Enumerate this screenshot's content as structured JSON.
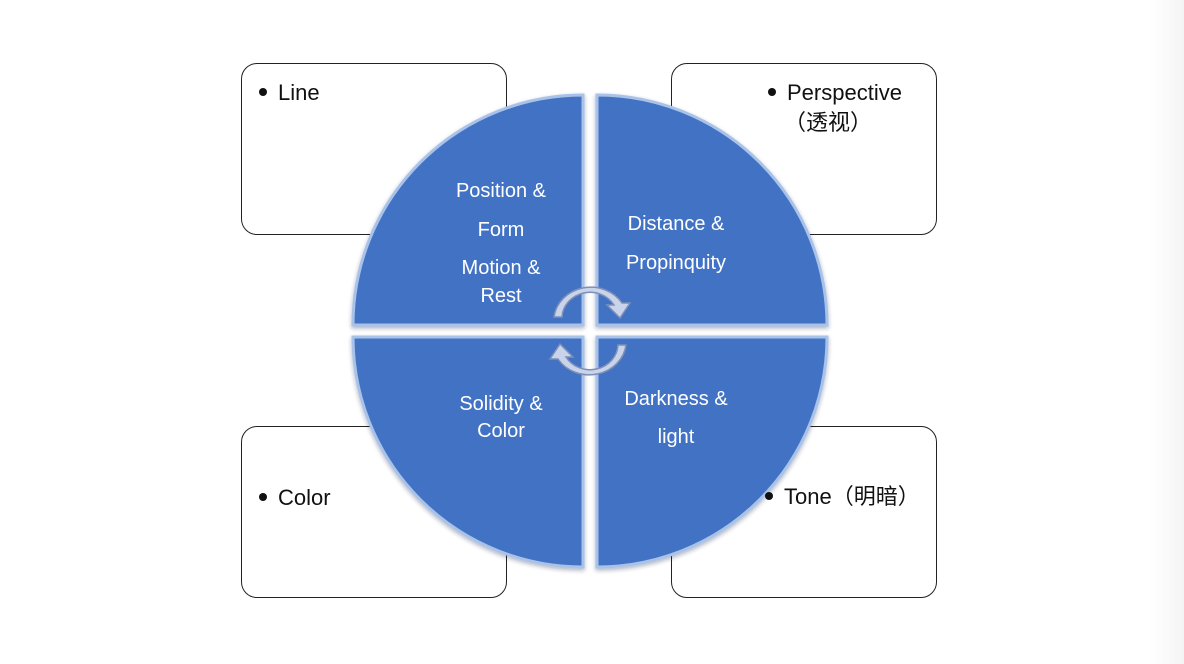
{
  "corner_boxes": {
    "top_left": {
      "text": "Line"
    },
    "top_right": {
      "text": "Perspective",
      "sub": "（透视）"
    },
    "bottom_left": {
      "text": "Color"
    },
    "bottom_right": {
      "text": "Tone（明暗）"
    }
  },
  "quadrants": {
    "top_left": {
      "line1": "Position &",
      "line2": "Form",
      "line3": "Motion &",
      "line4": "Rest"
    },
    "top_right": {
      "line1": "Distance &",
      "line2": "Propinquity"
    },
    "bottom_left": {
      "line1": "Solidity &",
      "line2": "Color"
    },
    "bottom_right": {
      "line1": "Darkness &",
      "line2": "light"
    }
  },
  "colors": {
    "quadrant_fill": "#4272c4",
    "quadrant_border": "#a9c2e8",
    "box_border": "#222222",
    "arrow_fill": "#c9d4ea",
    "arrow_stroke": "#7d8fb8"
  }
}
